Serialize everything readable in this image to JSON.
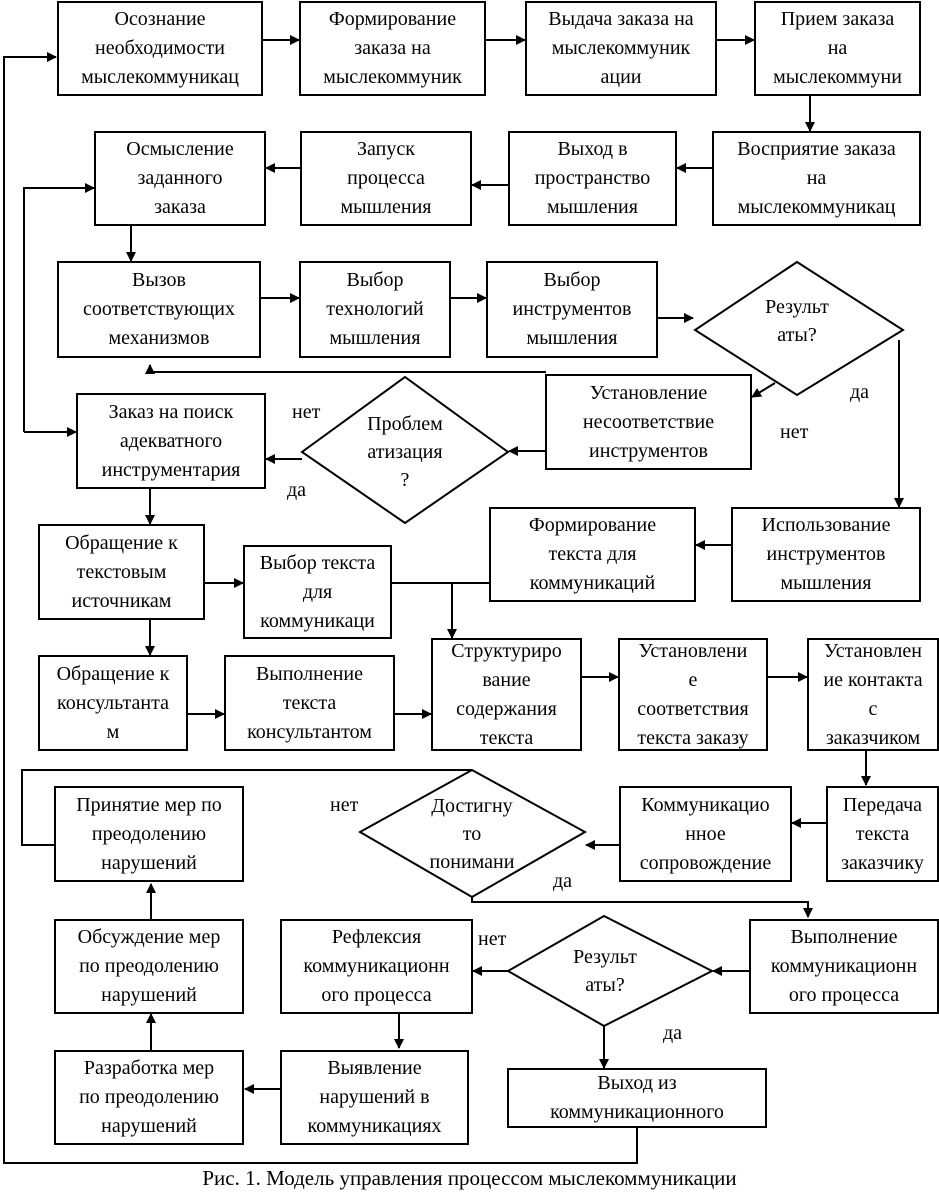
{
  "boxes": {
    "b1": "Осознание\nнеобходимости\nмыслекоммуникац",
    "b2": "Формирование\nзаказа на\nмыслекоммуник",
    "b3": "Выдача заказа на\nмыслекоммуник\nации",
    "b4": "Прием заказа\nна\nмыслекоммуни",
    "b5": "Осмысление\nзаданного\nзаказа",
    "b6": "Запуск\nпроцесса\nмышления",
    "b7": "Выход в\nпространство\nмышления",
    "b8": "Восприятие заказа\nна\nмыслекоммуникац",
    "b9": "Вызов\nсоответствующих\nмеханизмов",
    "b10": "Выбор\nтехнологий\nмышления",
    "b11": "Выбор\nинструментов\nмышления",
    "b12": "Установление\nнесоответствие\nинструментов",
    "b13": "Заказ на поиск\nадекватного\nинструментария",
    "b14": "Формирование\nтекста для\nкоммуникаций",
    "b15": "Использование\nинструментов\nмышления",
    "b16": "Обращение к\nтекстовым\nисточникам",
    "b17": "Выбор текста\nдля\nкоммуникаци",
    "b18": "Обращение к\nконсультанта\nм",
    "b19": "Выполнение\nтекста\nконсультантом",
    "b20": "Структуриро\nвание\nсодержания\nтекста",
    "b21": "Установлени\nе\nсоответствия\nтекста заказу",
    "b22": "Установлен\nие контакта\nс\nзаказчиком",
    "b23": "Принятие мер по\nпреодолению\nнарушений",
    "b24": "Коммуникацио\nнное\nсопровождение",
    "b25": "Передача\nтекста\nзаказчику",
    "b26": "Обсуждение мер\nпо преодолению\nнарушений",
    "b27": "Рефлексия\nкоммуникационн\nого процесса",
    "b28": "Выполнение\nкоммуникационн\nого процесса",
    "b29": "Разработка мер\nпо преодолению\nнарушений",
    "b30": "Выявление\nнарушений в\nкоммуникациях",
    "b31": "Выход из\nкоммуникационного"
  },
  "decisions": {
    "d1": "Результ\nаты?",
    "d2": "Проблем\nатизация\n?",
    "d3": "Достигну\nто\nпонимани",
    "d4": "Результ\nаты?"
  },
  "labels": {
    "yes1": "да",
    "no1": "нет",
    "no2": "нет",
    "yes2": "да",
    "no3": "нет",
    "yes3": "да",
    "no4": "нет",
    "yes4": "да"
  },
  "caption": "Рис. 1. Модель управления процессом мыслекоммуникации"
}
